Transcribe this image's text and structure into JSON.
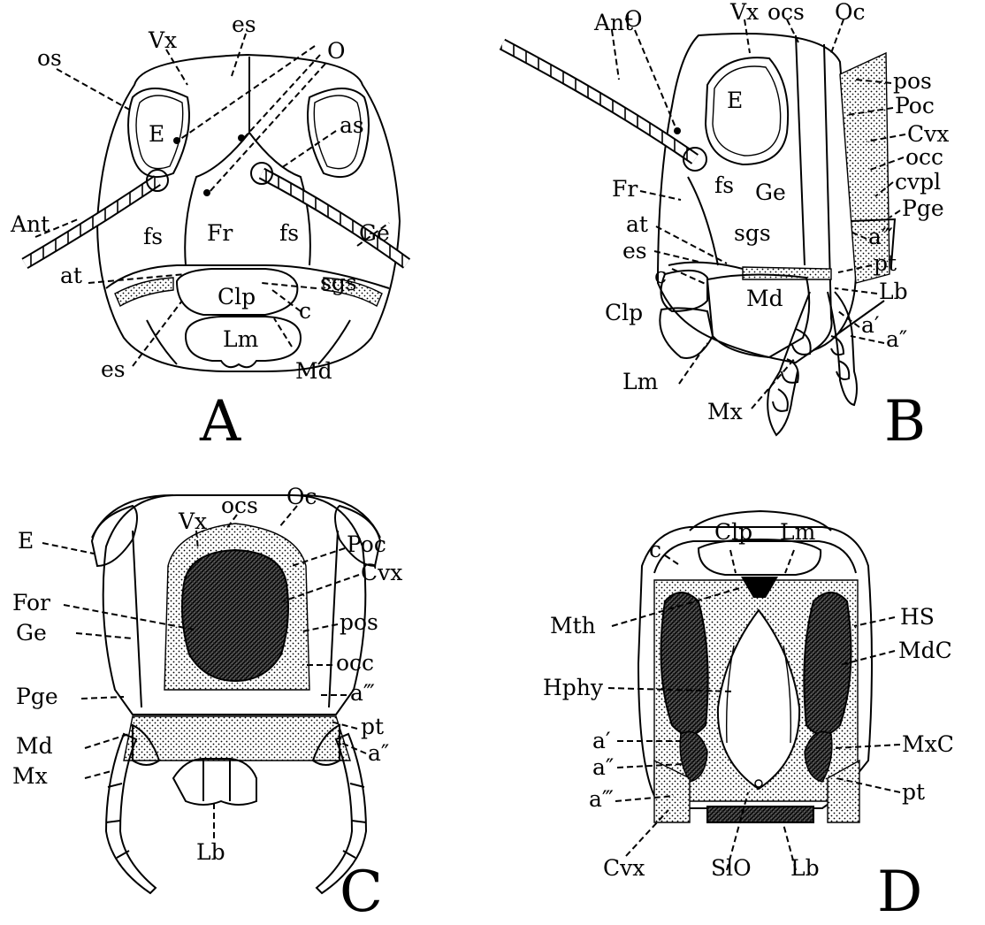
{
  "panels": {
    "A": {
      "letter": "A",
      "labels": {
        "os": "os",
        "Vx": "Vx",
        "es_top": "es",
        "O": "O",
        "E": "E",
        "as": "as",
        "Ant": "Ant",
        "Ge": "Ge",
        "fs_left": "fs",
        "Fr": "Fr",
        "fs_right": "fs",
        "at": "at",
        "sgs": "sgs",
        "Clp": "Clp",
        "Lm": "Lm",
        "c": "c",
        "es": "es",
        "Md": "Md"
      }
    },
    "B": {
      "letter": "B",
      "labels": {
        "Ant": "Ant",
        "O": "O",
        "Vx": "Vx",
        "ocs": "ocs",
        "Oc": "Oc",
        "pos": "pos",
        "E": "E",
        "Poc": "Poc",
        "Cvx": "Cvx",
        "occ": "occ",
        "cvpl": "cvpl",
        "Pge": "Pge",
        "Fr": "Fr",
        "fs": "fs",
        "Ge": "Ge",
        "at": "at",
        "sgs": "sgs",
        "a3": "a‴",
        "es": "es",
        "pt": "pt",
        "c": "c",
        "Md": "Md",
        "Lb": "Lb",
        "Clp": "Clp",
        "a1": "a′",
        "a2": "a″",
        "Lm": "Lm",
        "Mx": "Mx"
      }
    },
    "C": {
      "letter": "C",
      "labels": {
        "Vx": "Vx",
        "ocs": "ocs",
        "Oc": "Oc",
        "E": "E",
        "Poc": "Poc",
        "Cvx": "Cvx",
        "For": "For",
        "pos": "pos",
        "Ge": "Ge",
        "occ": "occ",
        "a3": "a‴",
        "Pge": "Pge",
        "pt": "pt",
        "Md": "Md",
        "a2": "a″",
        "Mx": "Mx",
        "Lb": "Lb"
      }
    },
    "D": {
      "letter": "D",
      "labels": {
        "Clp": "Clp",
        "Lm": "Lm",
        "c": "c",
        "Mth": "Mth",
        "HS": "HS",
        "MdC": "MdC",
        "Hphy": "Hphy",
        "MxC": "MxC",
        "a1": "a′",
        "a2": "a″",
        "pt": "pt",
        "a3": "a‴",
        "Cvx": "Cvx",
        "SlO": "SlO",
        "Lb": "Lb"
      }
    }
  }
}
